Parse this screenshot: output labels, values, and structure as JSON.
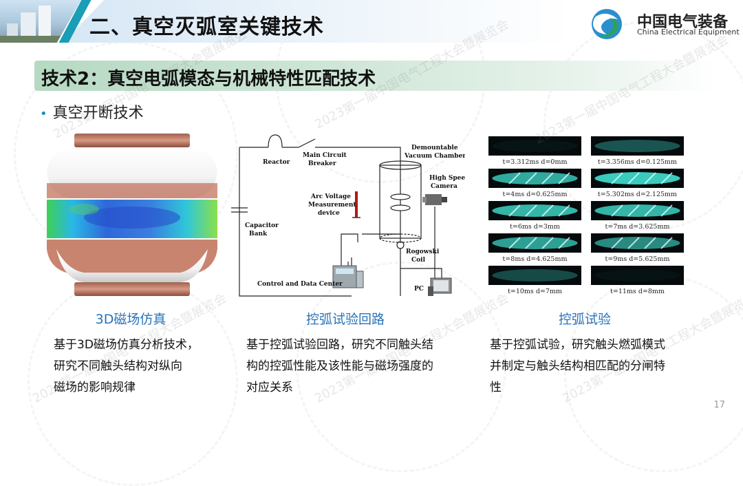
{
  "header": {
    "title": "二、真空灭弧室关键技术",
    "logo_cn": "中国电气装备",
    "logo_en": "China Electrical Equipment"
  },
  "section": {
    "title": "技术2：真空电弧模态与机械特性匹配技术",
    "bullet": "真空开断技术"
  },
  "panels": [
    {
      "caption": "3D磁场仿真",
      "desc": [
        "基于3D磁场仿真分析技术，",
        "研究不同触头结构对纵向",
        "磁场的影响规律"
      ]
    },
    {
      "caption": "控弧试验回路",
      "desc": [
        "基于控弧试验回路，研究不同触头结",
        "构的控弧性能及该性能与磁场强度的",
        "对应关系"
      ]
    },
    {
      "caption": "控弧试验",
      "desc": [
        "基于控弧试验，研究触头燃弧模式",
        "并制定与触头结构相匹配的分闸特",
        "性"
      ]
    }
  ],
  "circuit_labels": {
    "reactor": "Reactor",
    "main_breaker_1": "Main Circuit",
    "main_breaker_2": "Breaker",
    "chamber_1": "Demountable",
    "chamber_2": "Vacuum Chamber",
    "camera_1": "High Speed",
    "camera_2": "Camera",
    "arc_1": "Arc Voltage",
    "arc_2": "Measurement",
    "arc_3": "device",
    "cap_1": "Capacitor",
    "cap_2": "Bank",
    "rogowski_1": "Rogowski",
    "rogowski_2": "Coil",
    "control": "Control and Data Center",
    "pc": "PC"
  },
  "arc_frames": [
    {
      "label": "t=3.312ms  d=0mm",
      "intensity": 0.05
    },
    {
      "label": "t=3.356ms  d=0.125mm",
      "intensity": 0.35
    },
    {
      "label": "t=4ms  d=0.625mm",
      "intensity": 0.75
    },
    {
      "label": "t=5.302ms  d=2.125mm",
      "intensity": 0.9
    },
    {
      "label": "t=6ms  d=3mm",
      "intensity": 0.8
    },
    {
      "label": "t=7ms  d=3.625mm",
      "intensity": 0.8
    },
    {
      "label": "t=8ms  d=4.625mm",
      "intensity": 0.7
    },
    {
      "label": "t=9ms  d=5.625mm",
      "intensity": 0.6
    },
    {
      "label": "t=10ms  d=7mm",
      "intensity": 0.3
    },
    {
      "label": "t=11ms  d=8mm",
      "intensity": 0.04
    }
  ],
  "watermark": "2023第一届中国电气工程大会暨展览会",
  "page_number": "17",
  "colors": {
    "accent": "#1a9db7",
    "caption": "#2a73b8",
    "section_bar": "#b6d9c2"
  }
}
